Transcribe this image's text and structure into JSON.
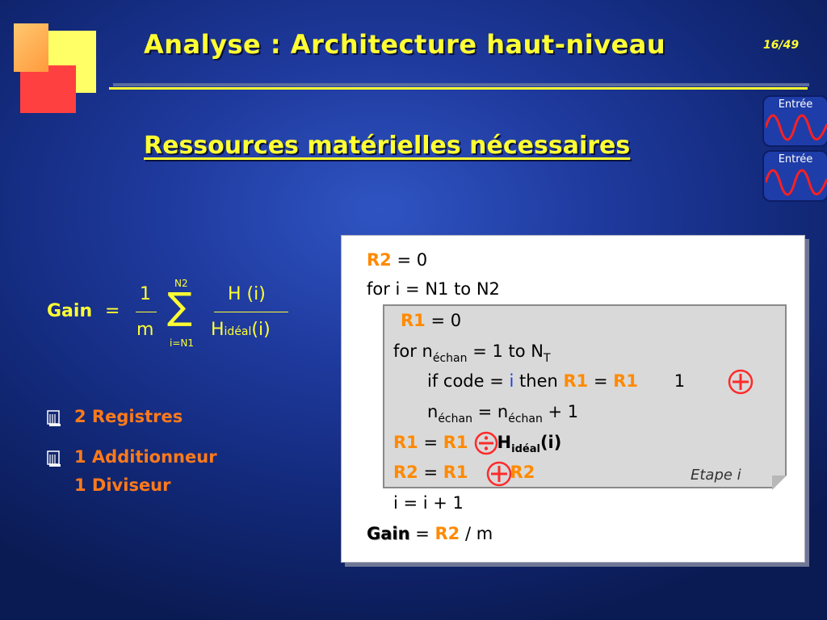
{
  "header": {
    "title": "Analyse : Architecture haut-niveau",
    "page_number": "16/49"
  },
  "nav_buttons": [
    {
      "label": "Entrée"
    },
    {
      "label": "Entrée"
    }
  ],
  "subtitle": "Ressources matérielles nécessaires",
  "formula": {
    "label": "Gain",
    "equals": "=",
    "numerator": "1",
    "denominator": "m",
    "sum_upper": "N2",
    "sum_lower": "i=N1",
    "fraction_top": "H (i)",
    "fraction_bottom_main": "H",
    "fraction_bottom_sub": "idéal",
    "fraction_bottom_arg": "(i)"
  },
  "bullets": [
    {
      "lines": [
        "2 Registres"
      ]
    },
    {
      "lines": [
        "1 Additionneur",
        "1 Diviseur"
      ]
    }
  ],
  "code": {
    "line1_var": "R2",
    "line1_rest": " = 0",
    "line2": "for   i = N1   to   N2",
    "line3_var": "R1",
    "line3_rest": " = 0",
    "line4_a": "for   n",
    "line4_sub": "échan",
    "line4_b": " = 1   to   N",
    "line4_sub2": "T",
    "line5_a": "if   code = ",
    "line5_i": "i",
    "line5_b": "   then   ",
    "line5_r1a": "R1",
    "line5_eq": " = ",
    "line5_r1b": "R1",
    "line5_c": " 1",
    "line6_a": "n",
    "line6_sub": "échan",
    "line6_b": " = n",
    "line6_sub2": "échan",
    "line6_c": " + 1",
    "line7_r1a": "R1",
    "line7_eq": " = ",
    "line7_r1b": "R1",
    "line7_h": "H",
    "line7_sub": "idéal",
    "line7_i": "(i)",
    "line8_r2a": "R2",
    "line8_eq": " = ",
    "line8_r1": "R1",
    "line8_r2b": "R2",
    "step_label": "Etape i",
    "line9": "i = i + 1",
    "line10_gain": "Gain",
    "line10_eq": " = ",
    "line10_r2": "R2",
    "line10_rest": "  / m"
  },
  "colors": {
    "accent_yellow": "#ffff33",
    "accent_orange": "#ff8a00",
    "operator_red": "#ff2a2a",
    "background": "#1f3a9e"
  }
}
